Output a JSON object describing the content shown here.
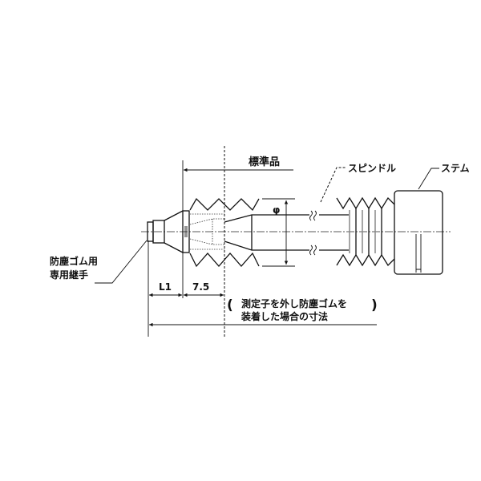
{
  "labels": {
    "standard_product": "標準品",
    "spindle": "スピンドル",
    "stem": "ステム",
    "joint_line1": "防塵ゴム用",
    "joint_line2": "専用継手",
    "dim_l1": "L1",
    "dim_7_5": "7.5",
    "note_line1": "測定子を外し防塵ゴムを",
    "note_line2": "装着した場合の寸法",
    "phi": "φ"
  }
}
